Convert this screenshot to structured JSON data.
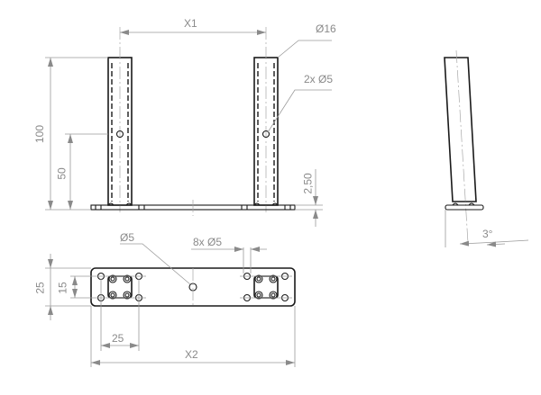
{
  "drawing": {
    "front_view": {
      "dimension_labels": {
        "post_spacing": "X1",
        "post_diameter": "Ø16",
        "cross_hole": "2x Ø5",
        "post_height": "100",
        "hole_height": "50",
        "plate_thickness": "2,50"
      }
    },
    "side_view": {
      "dimension_labels": {
        "tilt_angle": "3°"
      }
    },
    "top_view": {
      "dimension_labels": {
        "center_hole": "Ø5",
        "mount_holes": "8x Ø5",
        "plate_width": "25",
        "hole_pitch_vertical": "15",
        "hole_pitch_horizontal": "25",
        "plate_length": "X2"
      }
    },
    "colors": {
      "object_line": "#1a1a1a",
      "dimension_line": "#9a9a9a",
      "dimension_text": "#8a8a8a",
      "background": "#ffffff"
    }
  }
}
